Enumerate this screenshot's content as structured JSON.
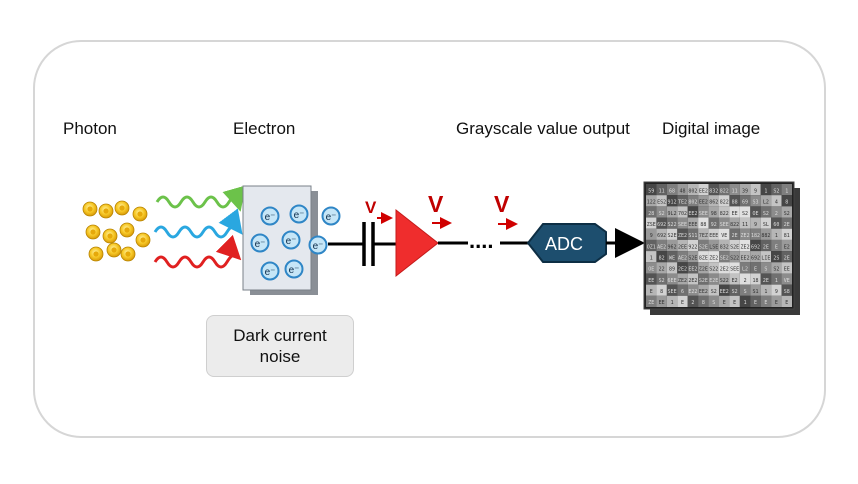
{
  "labels": {
    "photon": "Photon",
    "electron": "Electron",
    "grayscale_output": "Grayscale value output",
    "digital_image": "Digital image"
  },
  "noise_box": {
    "text": "Dark current\nnoise"
  },
  "electron_symbol": "e⁻",
  "voltage_symbol": "V",
  "adc_label": "ADC",
  "dots": "....",
  "colors": {
    "frame_border": "#d6d6d6",
    "photon": "#f2c21b",
    "wave_green": "#6cc24a",
    "wave_blue": "#2aa7e0",
    "wave_red": "#e02020",
    "sensor_fill": "#e4e8ee",
    "electron_fill": "#c6e6f7",
    "electron_border": "#2f86c6",
    "amplifier": "#ef2d2d",
    "adc_fill": "#1d4e6e",
    "wire": "#000000",
    "voltage": "#c00000"
  },
  "digital_grid": {
    "rows": [
      [
        "59",
        "11",
        "68",
        "48",
        "802",
        "EE2",
        "832",
        "822",
        "11",
        "39",
        "9",
        "1",
        "S2",
        "1"
      ],
      [
        "122",
        "ES2",
        "912",
        "TE2",
        "802",
        "EE2",
        "862",
        "822",
        "88",
        "69",
        "S3",
        "L2",
        "4",
        "8"
      ],
      [
        "28",
        "S2",
        "9L2",
        "702",
        "EE2",
        "SEE",
        "98",
        "822",
        "EE",
        "S2",
        "OE",
        "S2",
        "2",
        "S2"
      ],
      [
        "ZSE",
        "692",
        "S22",
        "SEE",
        "EEE",
        "88",
        "92",
        "SEE",
        "822",
        "11",
        "9",
        "SL",
        "60",
        "2E"
      ],
      [
        "9",
        "692",
        "S2E",
        "ZE2",
        "S11",
        "7EZ",
        "EEE",
        "VE",
        "2E",
        "ZE2",
        "182",
        "882",
        "1",
        "81"
      ],
      [
        "OZ1",
        "AE2",
        "962",
        "2EE",
        "922",
        "S2E",
        "LSE",
        "832",
        "S2E",
        "ZE2",
        "692",
        "2E",
        "E",
        "E2"
      ],
      [
        "1",
        "82",
        "WE",
        "AE2",
        "S2E",
        "8ZE",
        "ZE2",
        "SE2",
        "S22",
        "EE2",
        "692",
        "LIE",
        "2S",
        "2E"
      ],
      [
        "OE",
        "22",
        "89",
        "2E2",
        "EE2",
        "Z2E",
        "S22",
        "2E2",
        "SEE",
        "L2",
        "E",
        "S",
        "S2",
        "EE"
      ],
      [
        "EE",
        "S2",
        "6EE",
        "ZE2",
        "2E2",
        "S2E",
        "E2E",
        "S22",
        "E2",
        "2",
        "18",
        "2E",
        "1",
        "VE"
      ],
      [
        "E",
        "8",
        "SEE",
        "6",
        "E22",
        "EE2",
        "S2",
        "EE2",
        "S2",
        "S",
        "S1",
        "1",
        "9",
        "S8"
      ],
      [
        "ZE",
        "EE",
        "1",
        "E",
        "2",
        "8",
        "S",
        "E",
        "E",
        "1",
        "E",
        "E",
        "E",
        "E"
      ]
    ]
  }
}
